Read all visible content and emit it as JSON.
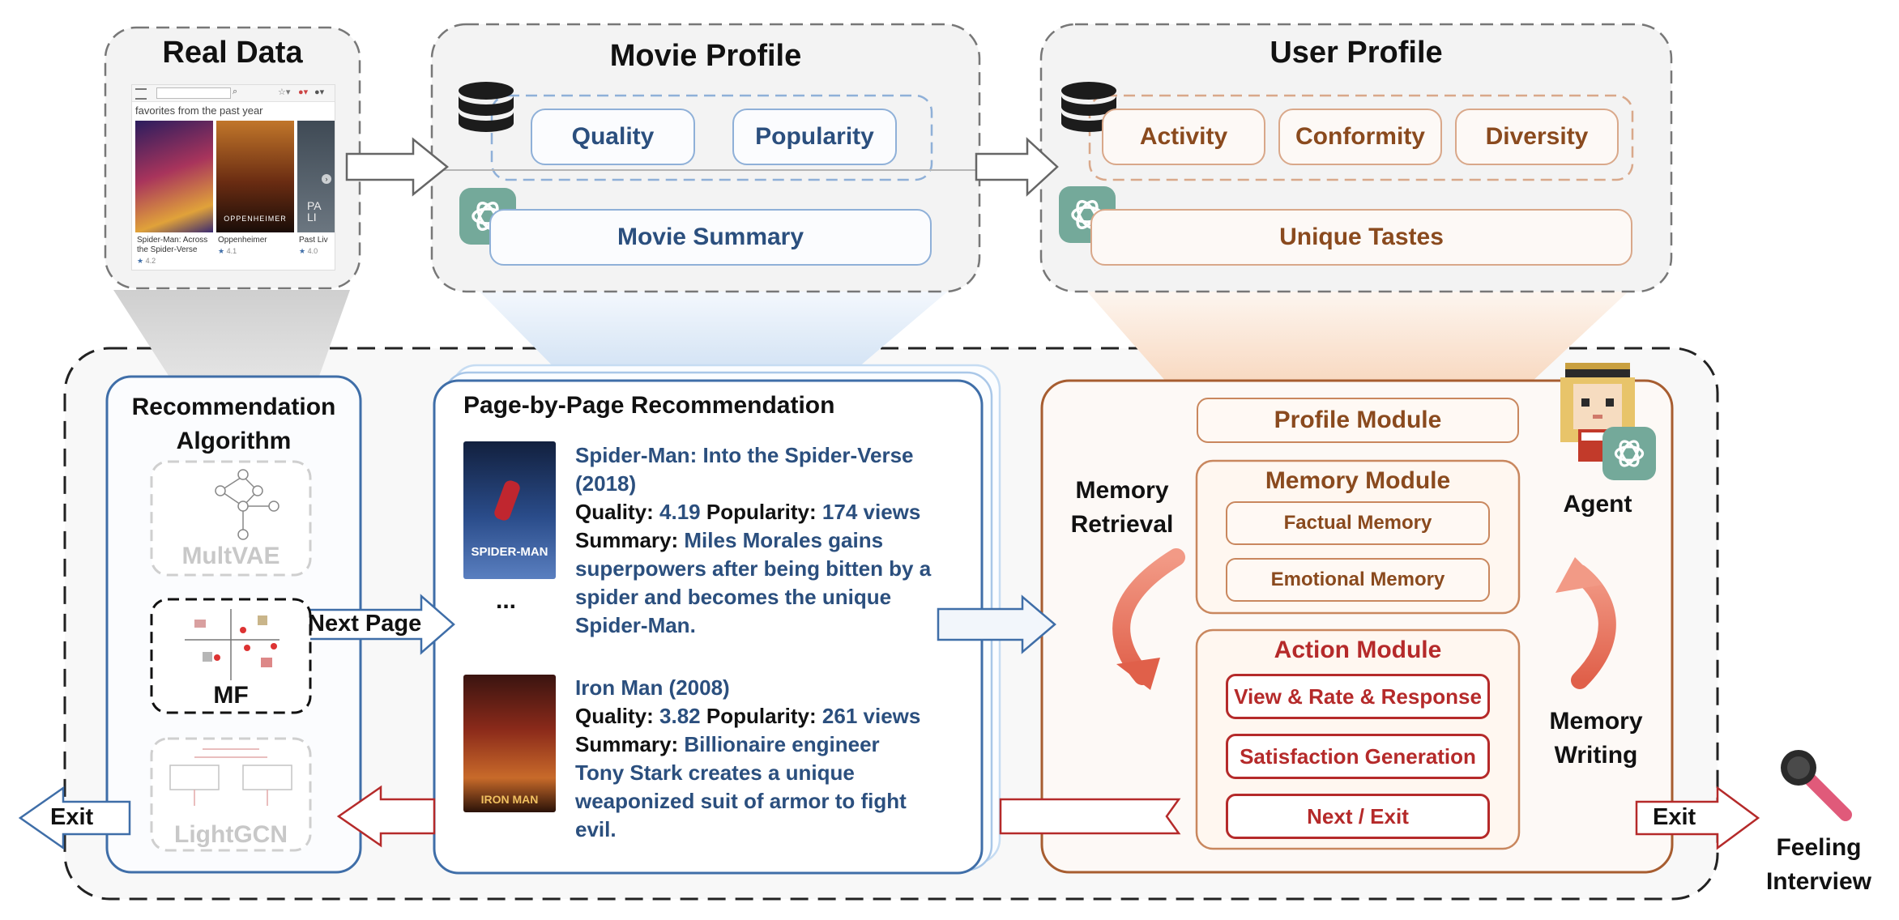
{
  "real_data": {
    "title": "Real Data",
    "panel_heading": "favorites from the past year",
    "movies": [
      {
        "title": "Spider-Man: Across the Spider-Verse",
        "rating": "4.2"
      },
      {
        "title": "Oppenheimer",
        "rating": "4.1"
      },
      {
        "title": "Past Liv",
        "rating": "4.0"
      }
    ],
    "poster_text": "OPPENHEIMER",
    "poster_letters": "PA\nLI"
  },
  "movie_profile": {
    "title": "Movie Profile",
    "attributes": [
      "Quality",
      "Popularity"
    ],
    "summary": "Movie Summary"
  },
  "user_profile": {
    "title": "User Profile",
    "attributes": [
      "Activity",
      "Conformity",
      "Diversity"
    ],
    "summary": "Unique Tastes"
  },
  "recommendation_algorithm": {
    "title": "Recommendation Algorithm",
    "models": [
      "MultVAE",
      "MF",
      "LightGCN"
    ],
    "next_page": "Next Page",
    "exit": "Exit"
  },
  "page_by_page": {
    "title": "Page-by-Page Recommendation",
    "ellipsis": "...",
    "items": [
      {
        "title": "Spider-Man: Into the Spider-Verse (2018)",
        "quality_label": "Quality:",
        "quality": "4.19",
        "popularity_label": "Popularity:",
        "popularity": "174 views",
        "summary_label": "Summary:",
        "summary": "Miles Morales gains superpowers after being bitten by a spider and becomes the unique Spider-Man.",
        "poster_text": "SPIDER-MAN"
      },
      {
        "title": "Iron Man (2008)",
        "quality_label": "Quality:",
        "quality": "3.82",
        "popularity_label": "Popularity:",
        "popularity": "261 views",
        "summary_label": "Summary:",
        "summary": "Billionaire engineer Tony Stark creates a unique weaponized suit of armor to fight evil.",
        "poster_text": "IRON MAN"
      }
    ]
  },
  "agent": {
    "label": "Agent",
    "profile_module": "Profile Module",
    "memory_module": {
      "title": "Memory Module",
      "items": [
        "Factual Memory",
        "Emotional Memory"
      ]
    },
    "action_module": {
      "title": "Action Module",
      "items": [
        "View & Rate & Response",
        "Satisfaction Generation",
        "Next / Exit"
      ]
    },
    "memory_retrieval": "Memory Retrieval",
    "memory_writing": "Memory Writing",
    "exit": "Exit"
  },
  "feeling_interview": "Feeling Interview",
  "colors": {
    "blue_accent": "#2b4f7e",
    "orange_accent": "#8a4a1e",
    "red_accent": "#b52a2a",
    "gpt_green": "#74a99a",
    "salmon_arrow": "#e57560"
  },
  "icons": [
    "database-icon",
    "openai-icon",
    "microphone-icon",
    "agent-avatar-icon",
    "search-icon",
    "star-icon"
  ]
}
